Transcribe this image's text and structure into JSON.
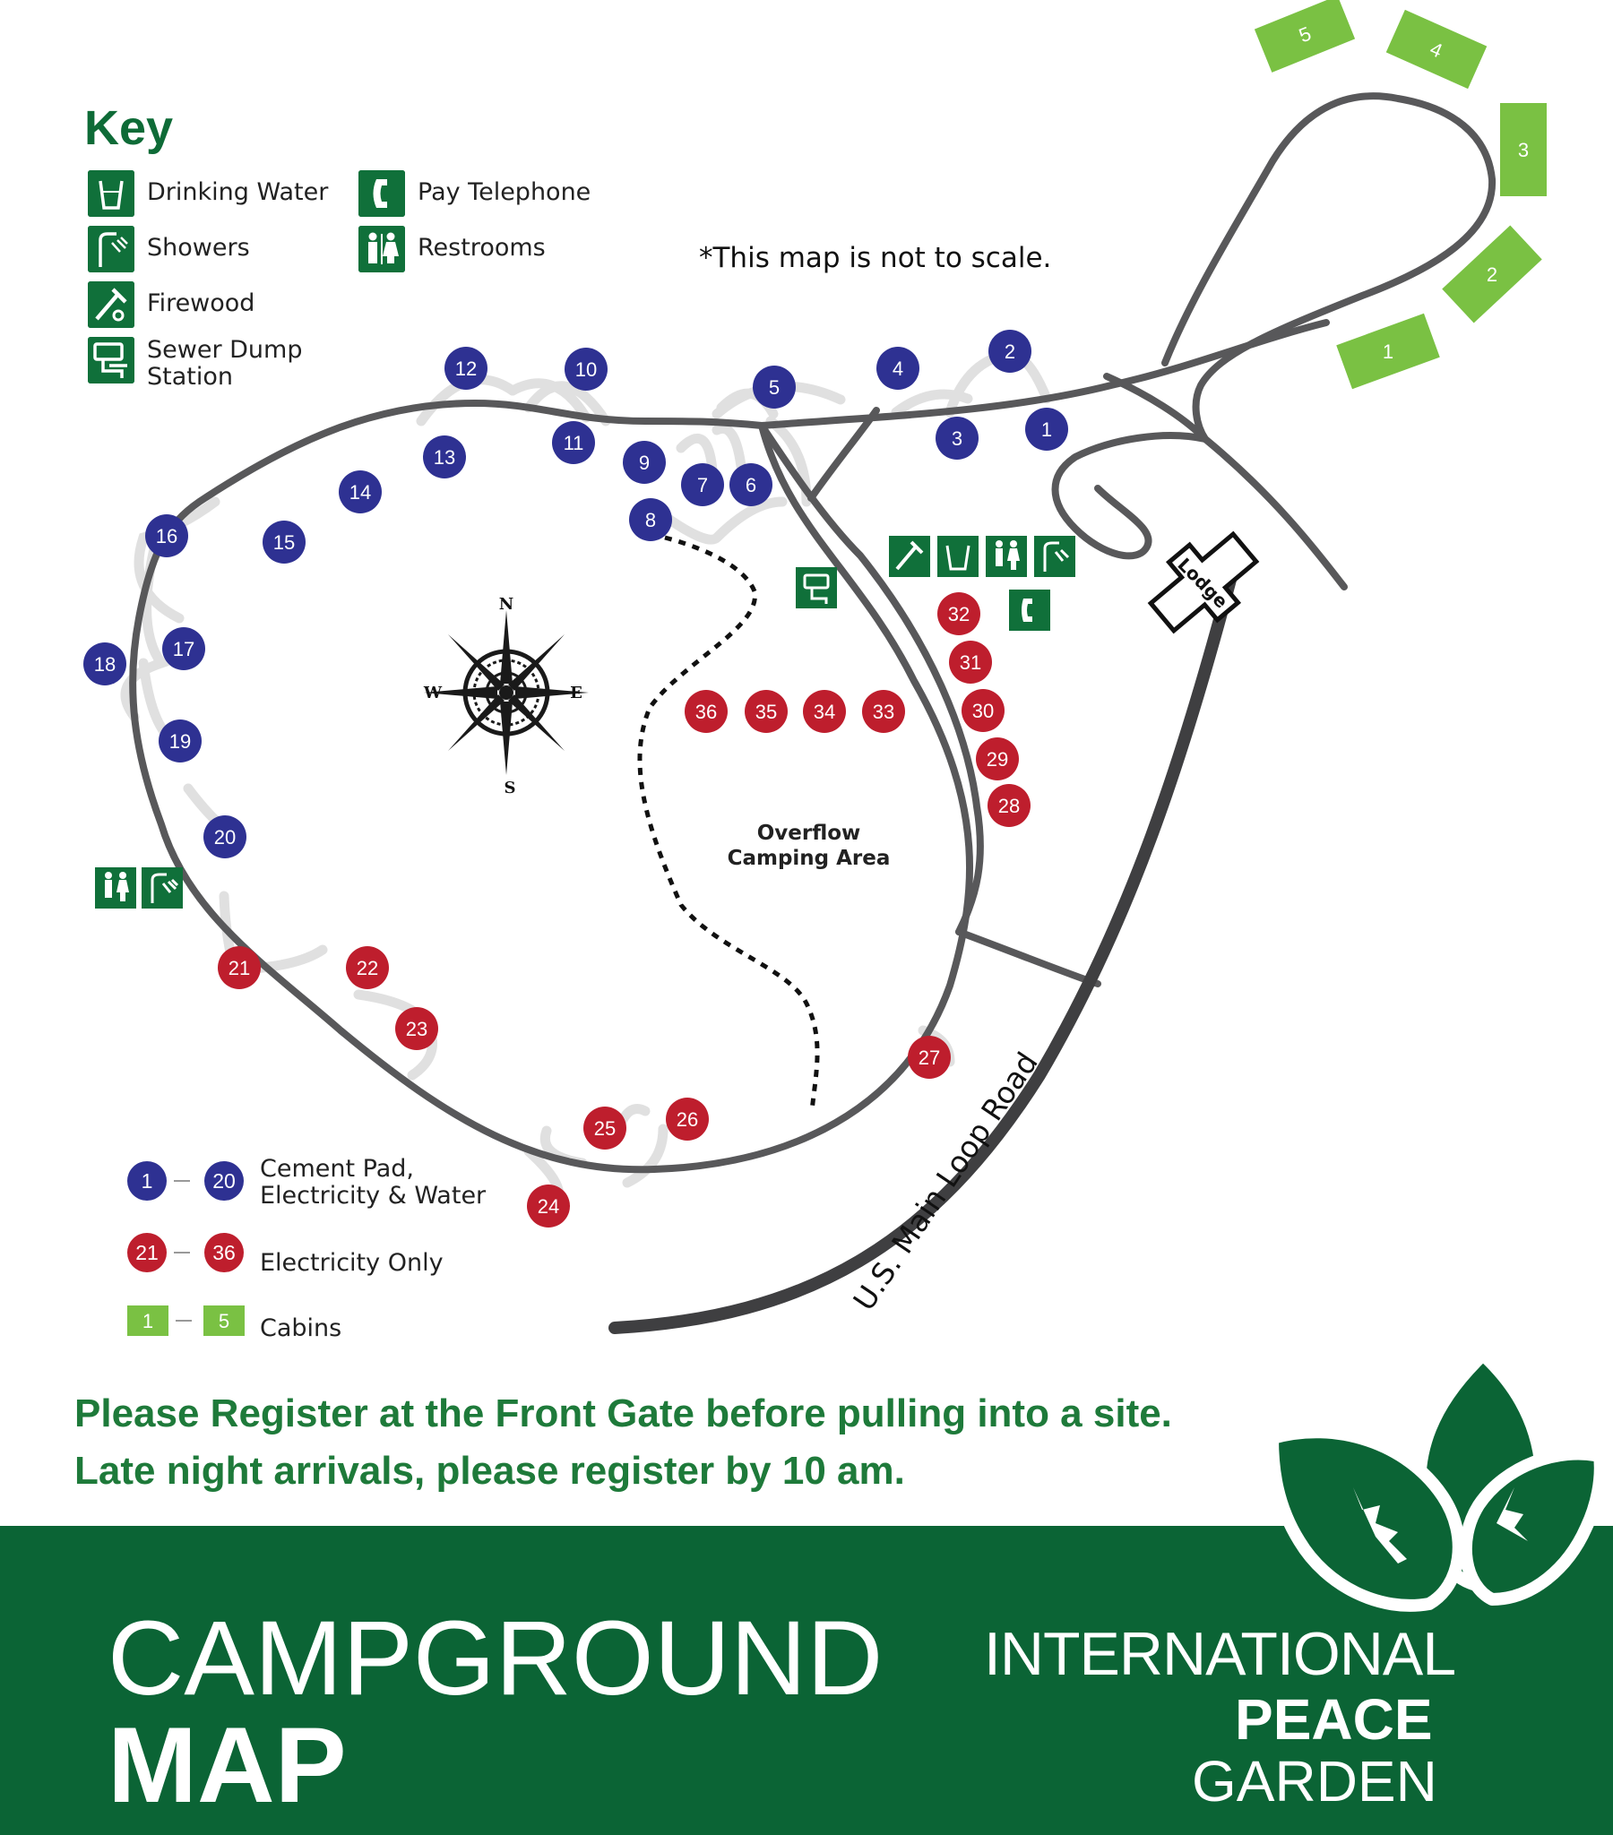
{
  "key": {
    "title": "Key",
    "items": [
      {
        "icon": "drinking-water-icon",
        "label": "Drinking Water"
      },
      {
        "icon": "pay-telephone-icon",
        "label": "Pay Telephone"
      },
      {
        "icon": "showers-icon",
        "label": "Showers"
      },
      {
        "icon": "restrooms-icon",
        "label": "Restrooms"
      },
      {
        "icon": "firewood-icon",
        "label": "Firewood"
      },
      {
        "icon": "sewer-dump-station-icon",
        "label": "Sewer Dump\nStation"
      }
    ]
  },
  "note": "*This map is not to scale.",
  "overflow_area": {
    "line1": "Overflow",
    "line2": "Camping Area"
  },
  "lodge_label": "Lodge",
  "road_label": "U.S. Main Loop Road",
  "sites": {
    "cement_pad": [
      "1",
      "2",
      "3",
      "4",
      "5",
      "6",
      "7",
      "8",
      "9",
      "10",
      "11",
      "12",
      "13",
      "14",
      "15",
      "16",
      "17",
      "18",
      "19",
      "20"
    ],
    "electricity_only": [
      "21",
      "22",
      "23",
      "24",
      "25",
      "26",
      "27",
      "28",
      "29",
      "30",
      "31",
      "32",
      "33",
      "34",
      "35",
      "36"
    ],
    "cabins": [
      "1",
      "2",
      "3",
      "4",
      "5"
    ]
  },
  "compass": {
    "n": "N",
    "s": "S",
    "e": "E",
    "w": "W"
  },
  "legend": [
    {
      "from": "1",
      "to": "20",
      "label": "Cement Pad,\nElectricity & Water",
      "color": "#2e3192"
    },
    {
      "from": "21",
      "to": "36",
      "label": "Electricity Only",
      "color": "#be1e2d"
    },
    {
      "from": "1",
      "to": "5",
      "label": "Cabins",
      "color": "#7ac143"
    }
  ],
  "notice": {
    "line1": "Please Register at the Front Gate before pulling into a site.",
    "line2": "Late night arrivals, please register by 10 am."
  },
  "footer": {
    "title_line1": "CAMPGROUND",
    "title_line2": "MAP",
    "org_line1": "INTERNATIONAL",
    "org_line2": "PEACE",
    "org_line3": "GARDEN"
  },
  "colors": {
    "brand_green": "#0b6435",
    "key_green": "#10703a",
    "cement_pad_blue": "#2e3192",
    "electric_red": "#be1e2d",
    "cabin_green": "#7ac143",
    "road_gray": "#58585a"
  }
}
